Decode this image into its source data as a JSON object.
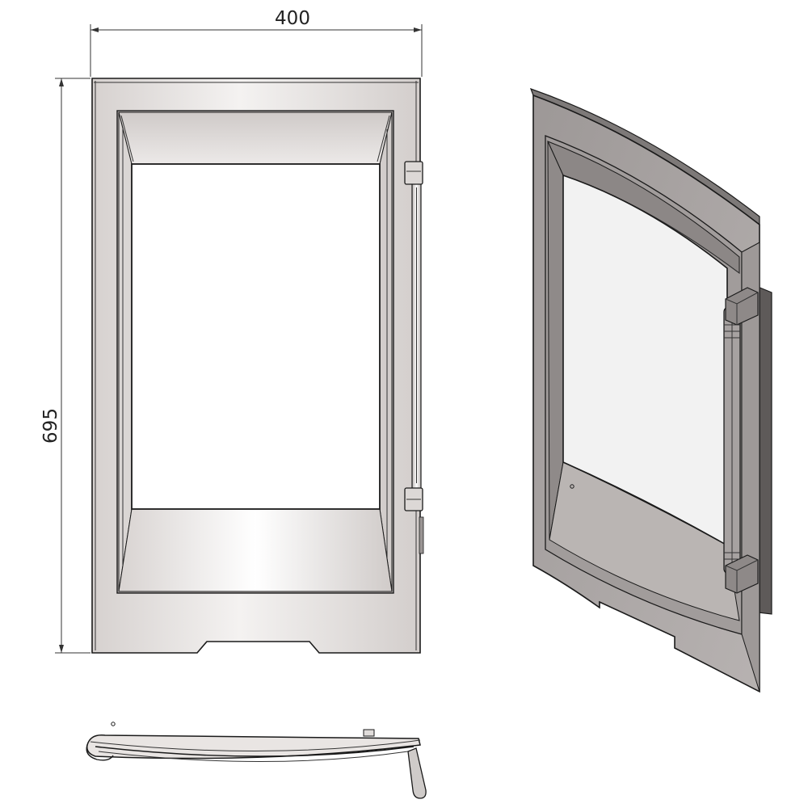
{
  "dimensions": {
    "width_label": "400",
    "height_label": "695"
  },
  "views": [
    "front-view",
    "isometric-view",
    "top-view"
  ],
  "colors": {
    "line": "#1a1a1a",
    "steel_light": "#e8e4e2",
    "steel_mid": "#b9b4b2",
    "steel_dark": "#8e8a89",
    "glass": "#ffffff",
    "glass_iso": "#f2f2f2"
  }
}
